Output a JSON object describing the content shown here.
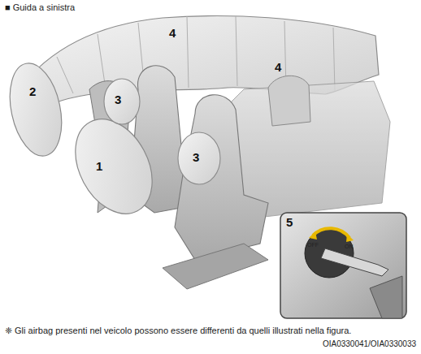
{
  "diagram": {
    "title": "■ Guida a sinistra",
    "caption": "❈ Gli airbag presenti nel veicolo possono essere differenti da quelli illustrati nella figura.",
    "labels": [
      "1",
      "2",
      "3",
      "3",
      "4",
      "4",
      "5",
      "OFF",
      "ON",
      "OIA0330041/OIA0330033"
    ]
  }
}
